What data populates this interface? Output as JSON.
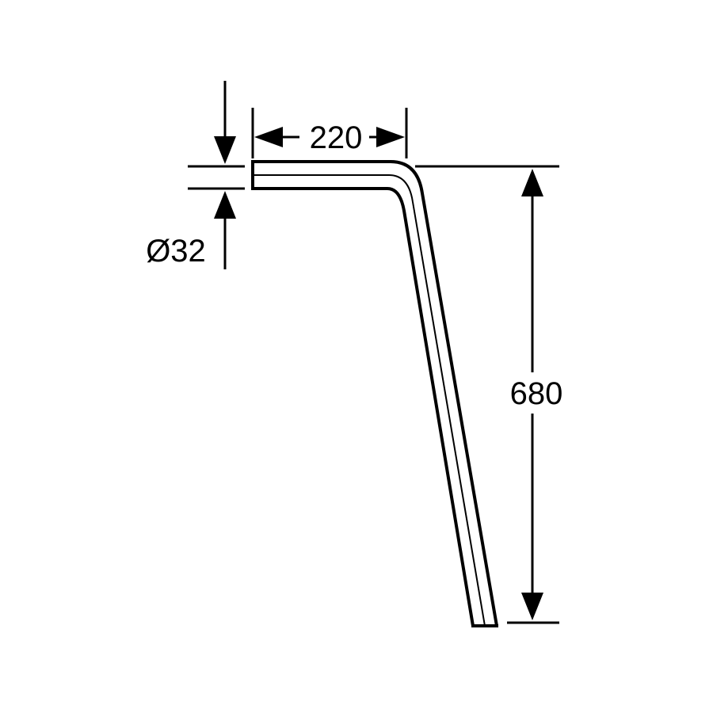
{
  "drawing": {
    "width_label": "220",
    "diameter_label": "Ø32",
    "height_label": "680"
  },
  "colors": {
    "line": "#000000",
    "background": "#ffffff"
  }
}
